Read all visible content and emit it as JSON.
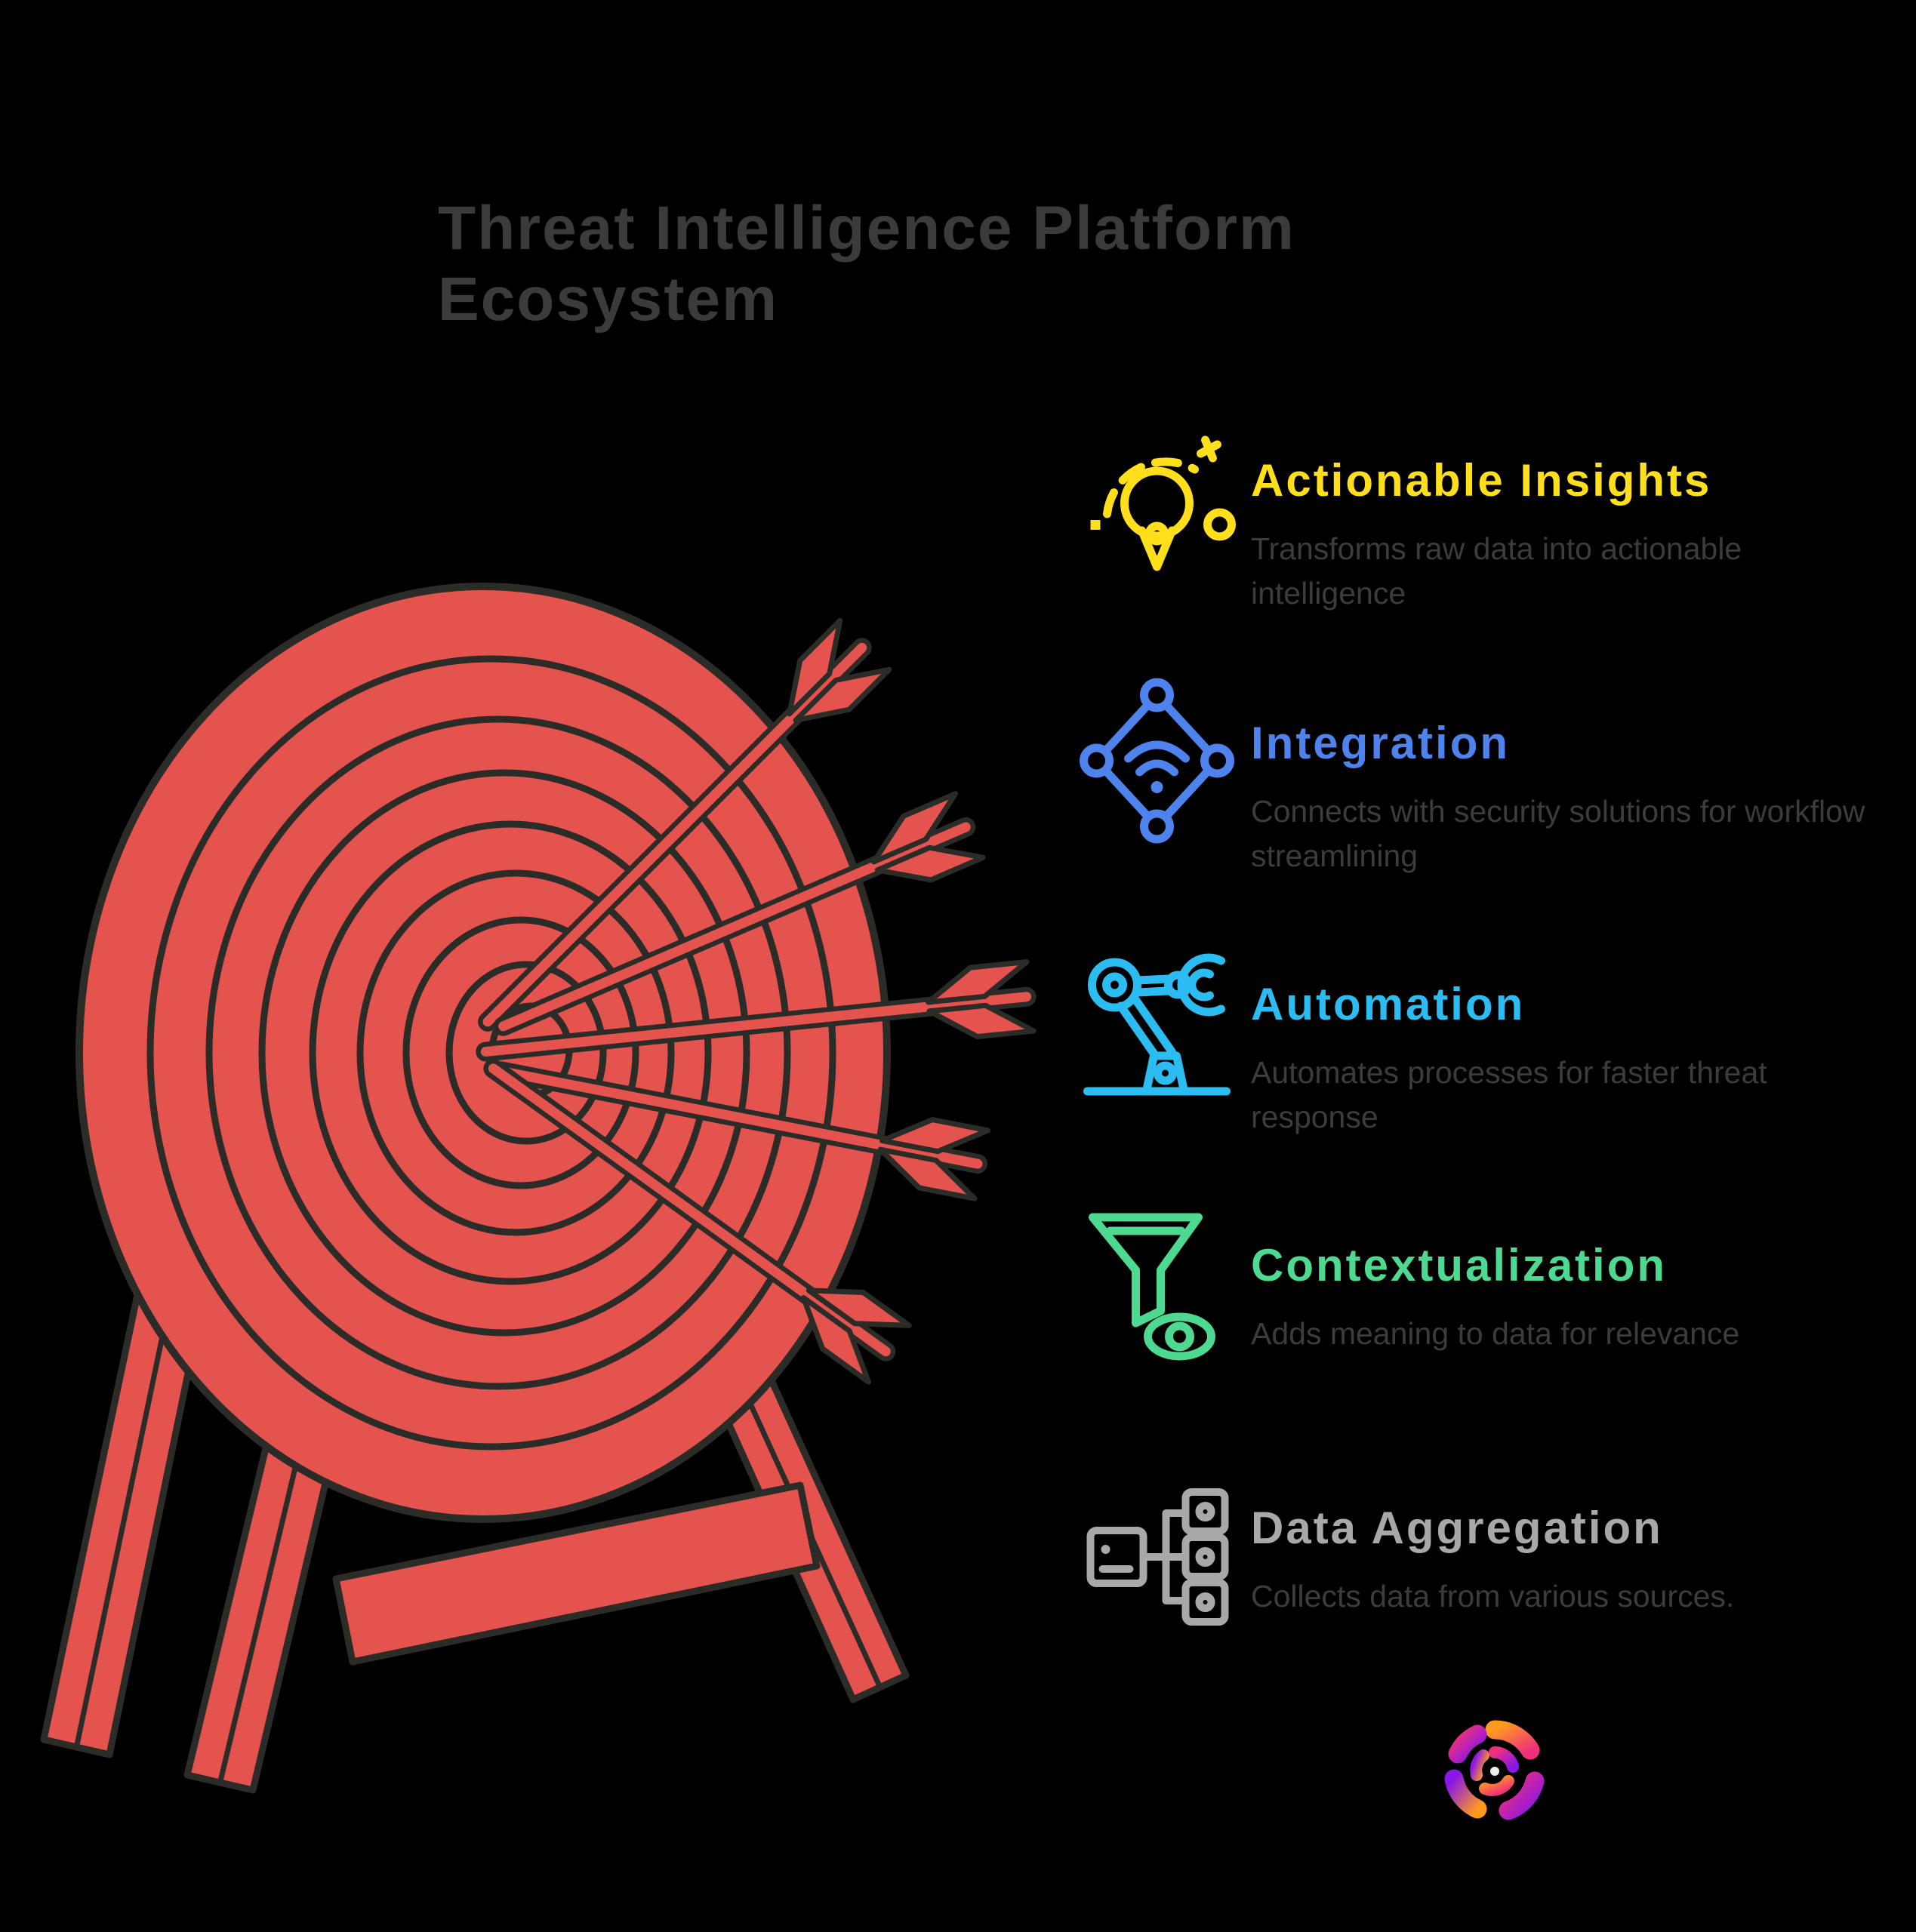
{
  "title": "Threat Intelligence Platform Ecosystem",
  "items": [
    {
      "heading": "Actionable Insights",
      "description": "Transforms raw data into actionable intelligence",
      "color": "#FFDF1B",
      "icon": "lightbulb-insight-icon"
    },
    {
      "heading": "Integration",
      "description": "Connects with security solutions for workflow streamlining",
      "color": "#4E82EC",
      "icon": "network-diamond-icon"
    },
    {
      "heading": "Automation",
      "description": "Automates processes for faster threat response",
      "color": "#2BBDF1",
      "icon": "robot-arm-icon"
    },
    {
      "heading": "Contextualization",
      "description": "Adds meaning to data for relevance",
      "color": "#4ED991",
      "icon": "funnel-eye-icon"
    },
    {
      "heading": "Data Aggregation",
      "description": "Collects data from various sources.",
      "color": "#A8A8A8",
      "icon": "data-aggregation-icon"
    }
  ],
  "graphic": {
    "label": "archery-target-with-five-arrows",
    "arrow_count": 5,
    "target_color": "#E4534E",
    "outline_color": "#2B2B28"
  },
  "logo": {
    "label": "brand-swirl-logo",
    "gradient_colors": [
      "#FF9A1F",
      "#F0307A",
      "#8A16E8"
    ]
  },
  "title_color": "#3B3B3B",
  "description_color": "#3C3C3C",
  "background_color": "#000000"
}
